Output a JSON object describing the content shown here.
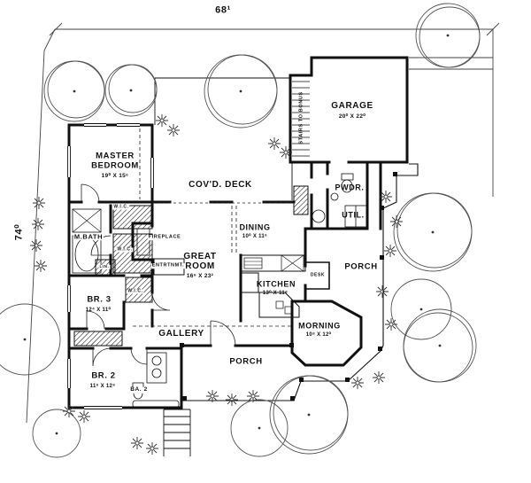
{
  "plan": {
    "site": {
      "width_label": "68¹",
      "depth_label": "74⁰"
    },
    "rooms": {
      "garage": {
        "name": "GARAGE",
        "dims": "20⁰ X 22⁰"
      },
      "master": {
        "line1": "MASTER",
        "line2": "BEDROOM",
        "dims": "19⁰ X 15⁶"
      },
      "covd_deck": {
        "name": "COV'D. DECK"
      },
      "stairs": {
        "name": "STAIRS TO BONUS"
      },
      "pwdr": {
        "name": "PWDR."
      },
      "util": {
        "name": "UTIL."
      },
      "dining": {
        "name": "DINING",
        "dims": "10⁰ X 11⁶"
      },
      "great": {
        "line1": "GREAT",
        "line2": "ROOM",
        "dims": "16⁶ X 23²"
      },
      "kitchen": {
        "name": "KITCHEN",
        "dims": "13⁰ X 11⁸"
      },
      "desk": {
        "name": "DESK"
      },
      "porch_side": {
        "name": "PORCH"
      },
      "porch_front": {
        "name": "PORCH"
      },
      "morning": {
        "name": "MORNING",
        "dims": "10⁸ X 12⁰"
      },
      "gallery": {
        "name": "GALLERY"
      },
      "br3": {
        "name": "BR. 3",
        "dims": "12⁴ X 11⁰"
      },
      "br2": {
        "name": "BR. 2",
        "dims": "11⁶ X 12⁸"
      },
      "ba2": {
        "name": "BA. 2"
      },
      "mbath": {
        "name": "M.BATH"
      },
      "fireplace": {
        "name": "FIREPLACE"
      },
      "entertainment": {
        "name": "ENTRTNMT."
      },
      "wic": {
        "name": "W.I.C."
      },
      "linen": {
        "name": "LIN."
      }
    },
    "colors": {
      "ink": "#111111",
      "site_line": "#444444",
      "tree_line": "#555555"
    }
  }
}
